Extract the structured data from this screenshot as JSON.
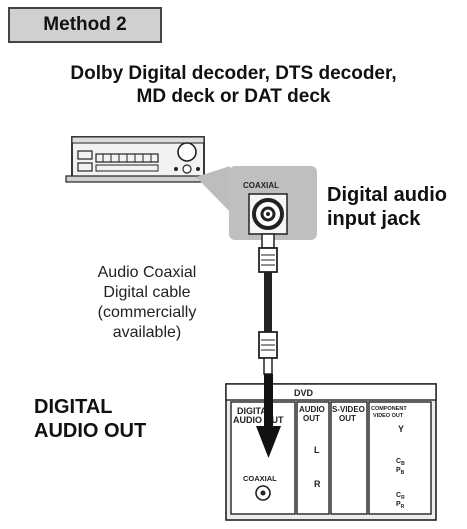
{
  "method": "Method 2",
  "subtitle_line1": "Dolby Digital decoder, DTS decoder,",
  "subtitle_line2": "MD deck or DAT deck",
  "jack_title_line1": "Digital audio",
  "jack_title_line2": "input jack",
  "coaxial_inset_label": "COAXIAL",
  "cable_line1": "Audio Coaxial",
  "cable_line2": "Digital cable",
  "cable_line3": "(commercially",
  "cable_line4": "available)",
  "out_label_line1": "DIGITAL",
  "out_label_line2": "AUDIO OUT",
  "panel": {
    "header": "DVD",
    "col_digital_line1": "DIGITAL",
    "col_digital_line2": "AUDIO OUT",
    "col_audio_line1": "AUDIO",
    "col_audio_line2": "OUT",
    "col_svideo_line1": "S-VIDEO",
    "col_svideo_line2": "OUT",
    "col_component_line1": "COMPONENT",
    "col_component_line2": "VIDEO OUT",
    "coaxial": "COAXIAL",
    "L": "L",
    "R": "R",
    "Y": "Y",
    "CB": "C",
    "CB_sub": "B",
    "PB": "P",
    "PB_sub": "B",
    "CR": "C",
    "CR_sub": "R",
    "PR": "P",
    "PR_sub": "R"
  }
}
